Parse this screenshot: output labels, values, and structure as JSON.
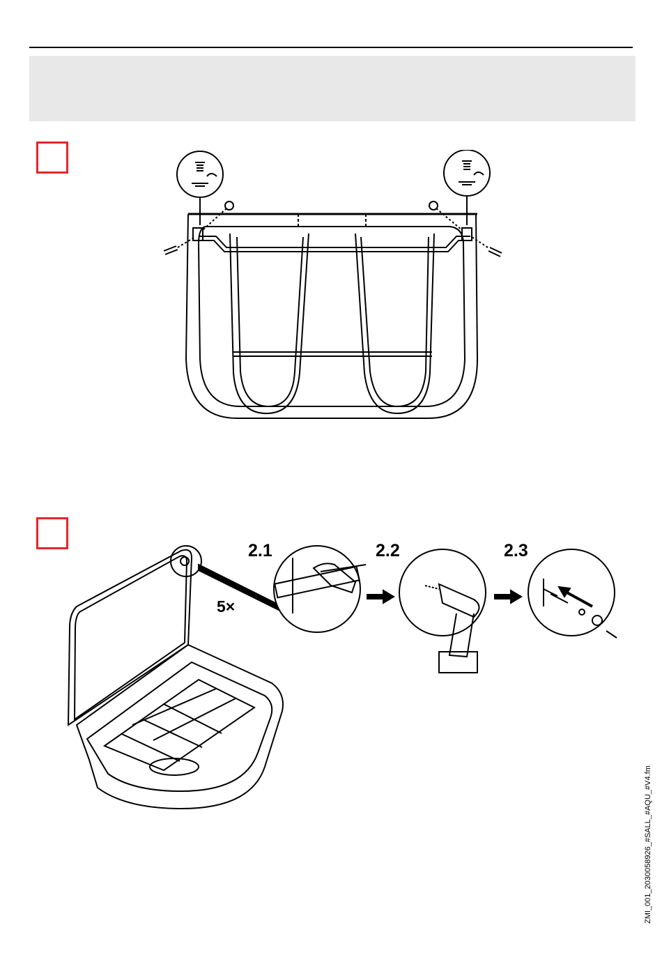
{
  "steps": {
    "step1": "",
    "step2": ""
  },
  "figure2": {
    "substep_1": "2.1",
    "substep_2": "2.2",
    "substep_3": "2.3",
    "count": "5×"
  },
  "footer": {
    "file_code": "ZMI_001_2030058926_#SALL_#AQU_#V4.fm"
  },
  "colors": {
    "step_box": "#e3262b",
    "header_band": "#e8e8e8"
  }
}
